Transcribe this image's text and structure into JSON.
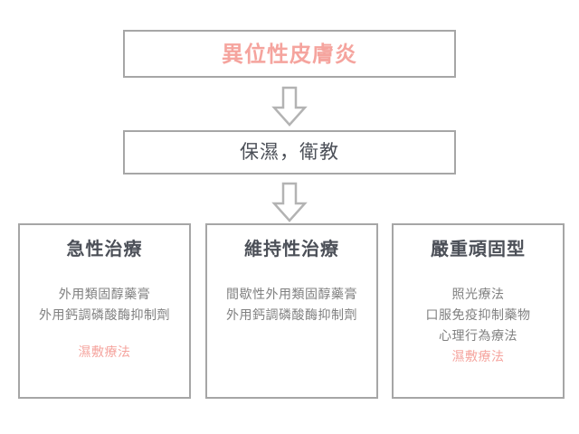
{
  "diagram": {
    "type": "flowchart",
    "orientation": "top-down",
    "colors": {
      "accent_pink": "#f5a49e",
      "heading_gray": "#4c5058",
      "body_gray": "#808080",
      "border_gray": "#a6a6a6",
      "background": "#ffffff"
    },
    "nodes": {
      "diagnosis": {
        "title": "異位性皮膚炎"
      },
      "baseline": {
        "title": "保濕，衛教"
      },
      "acute": {
        "title": "急性治療",
        "lines": [
          "外用類固醇藥膏",
          "外用鈣調磷酸酶抑制劑"
        ],
        "accent_line": "濕敷療法"
      },
      "maintenance": {
        "title": "維持性治療",
        "lines": [
          "間歇性外用類固醇藥膏",
          "外用鈣調磷酸酶抑制劑"
        ],
        "accent_line": ""
      },
      "severe": {
        "title": "嚴重頑固型",
        "lines": [
          "照光療法",
          "口服免疫抑制藥物",
          "心理行為療法"
        ],
        "accent_line": "濕敷療法"
      }
    },
    "arrows": [
      {
        "name": "diagnosis-to-baseline",
        "direction": "down"
      },
      {
        "name": "baseline-to-treatments",
        "direction": "down"
      }
    ]
  }
}
